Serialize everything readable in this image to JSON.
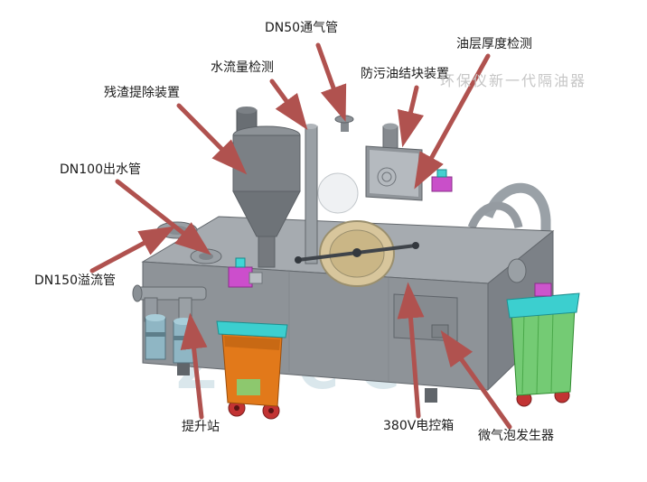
{
  "page": {
    "background": "#ffffff"
  },
  "diagram": {
    "type": "annotated-technical-illustration",
    "arrow_color": "#b0524f",
    "watermarks": {
      "top_right": "环保仪新一代隔油器",
      "center": "ZCCC"
    },
    "labels": [
      {
        "id": "dn50-vent-pipe",
        "text": "DN50通气管"
      },
      {
        "id": "water-flow-detection",
        "text": "水流量检测"
      },
      {
        "id": "oil-layer-thickness",
        "text": "油层厚度检测"
      },
      {
        "id": "anti-oil-clump-device",
        "text": "防污油结块装置"
      },
      {
        "id": "residue-removal-device",
        "text": "残渣提除装置"
      },
      {
        "id": "dn100-outlet-pipe",
        "text": "DN100出水管"
      },
      {
        "id": "dn150-overflow-pipe",
        "text": "DN150溢流管"
      },
      {
        "id": "lifting-station",
        "text": "提升站"
      },
      {
        "id": "380v-control-box",
        "text": "380V电控箱"
      },
      {
        "id": "micro-bubble-generator",
        "text": "微气泡发生器"
      }
    ]
  }
}
